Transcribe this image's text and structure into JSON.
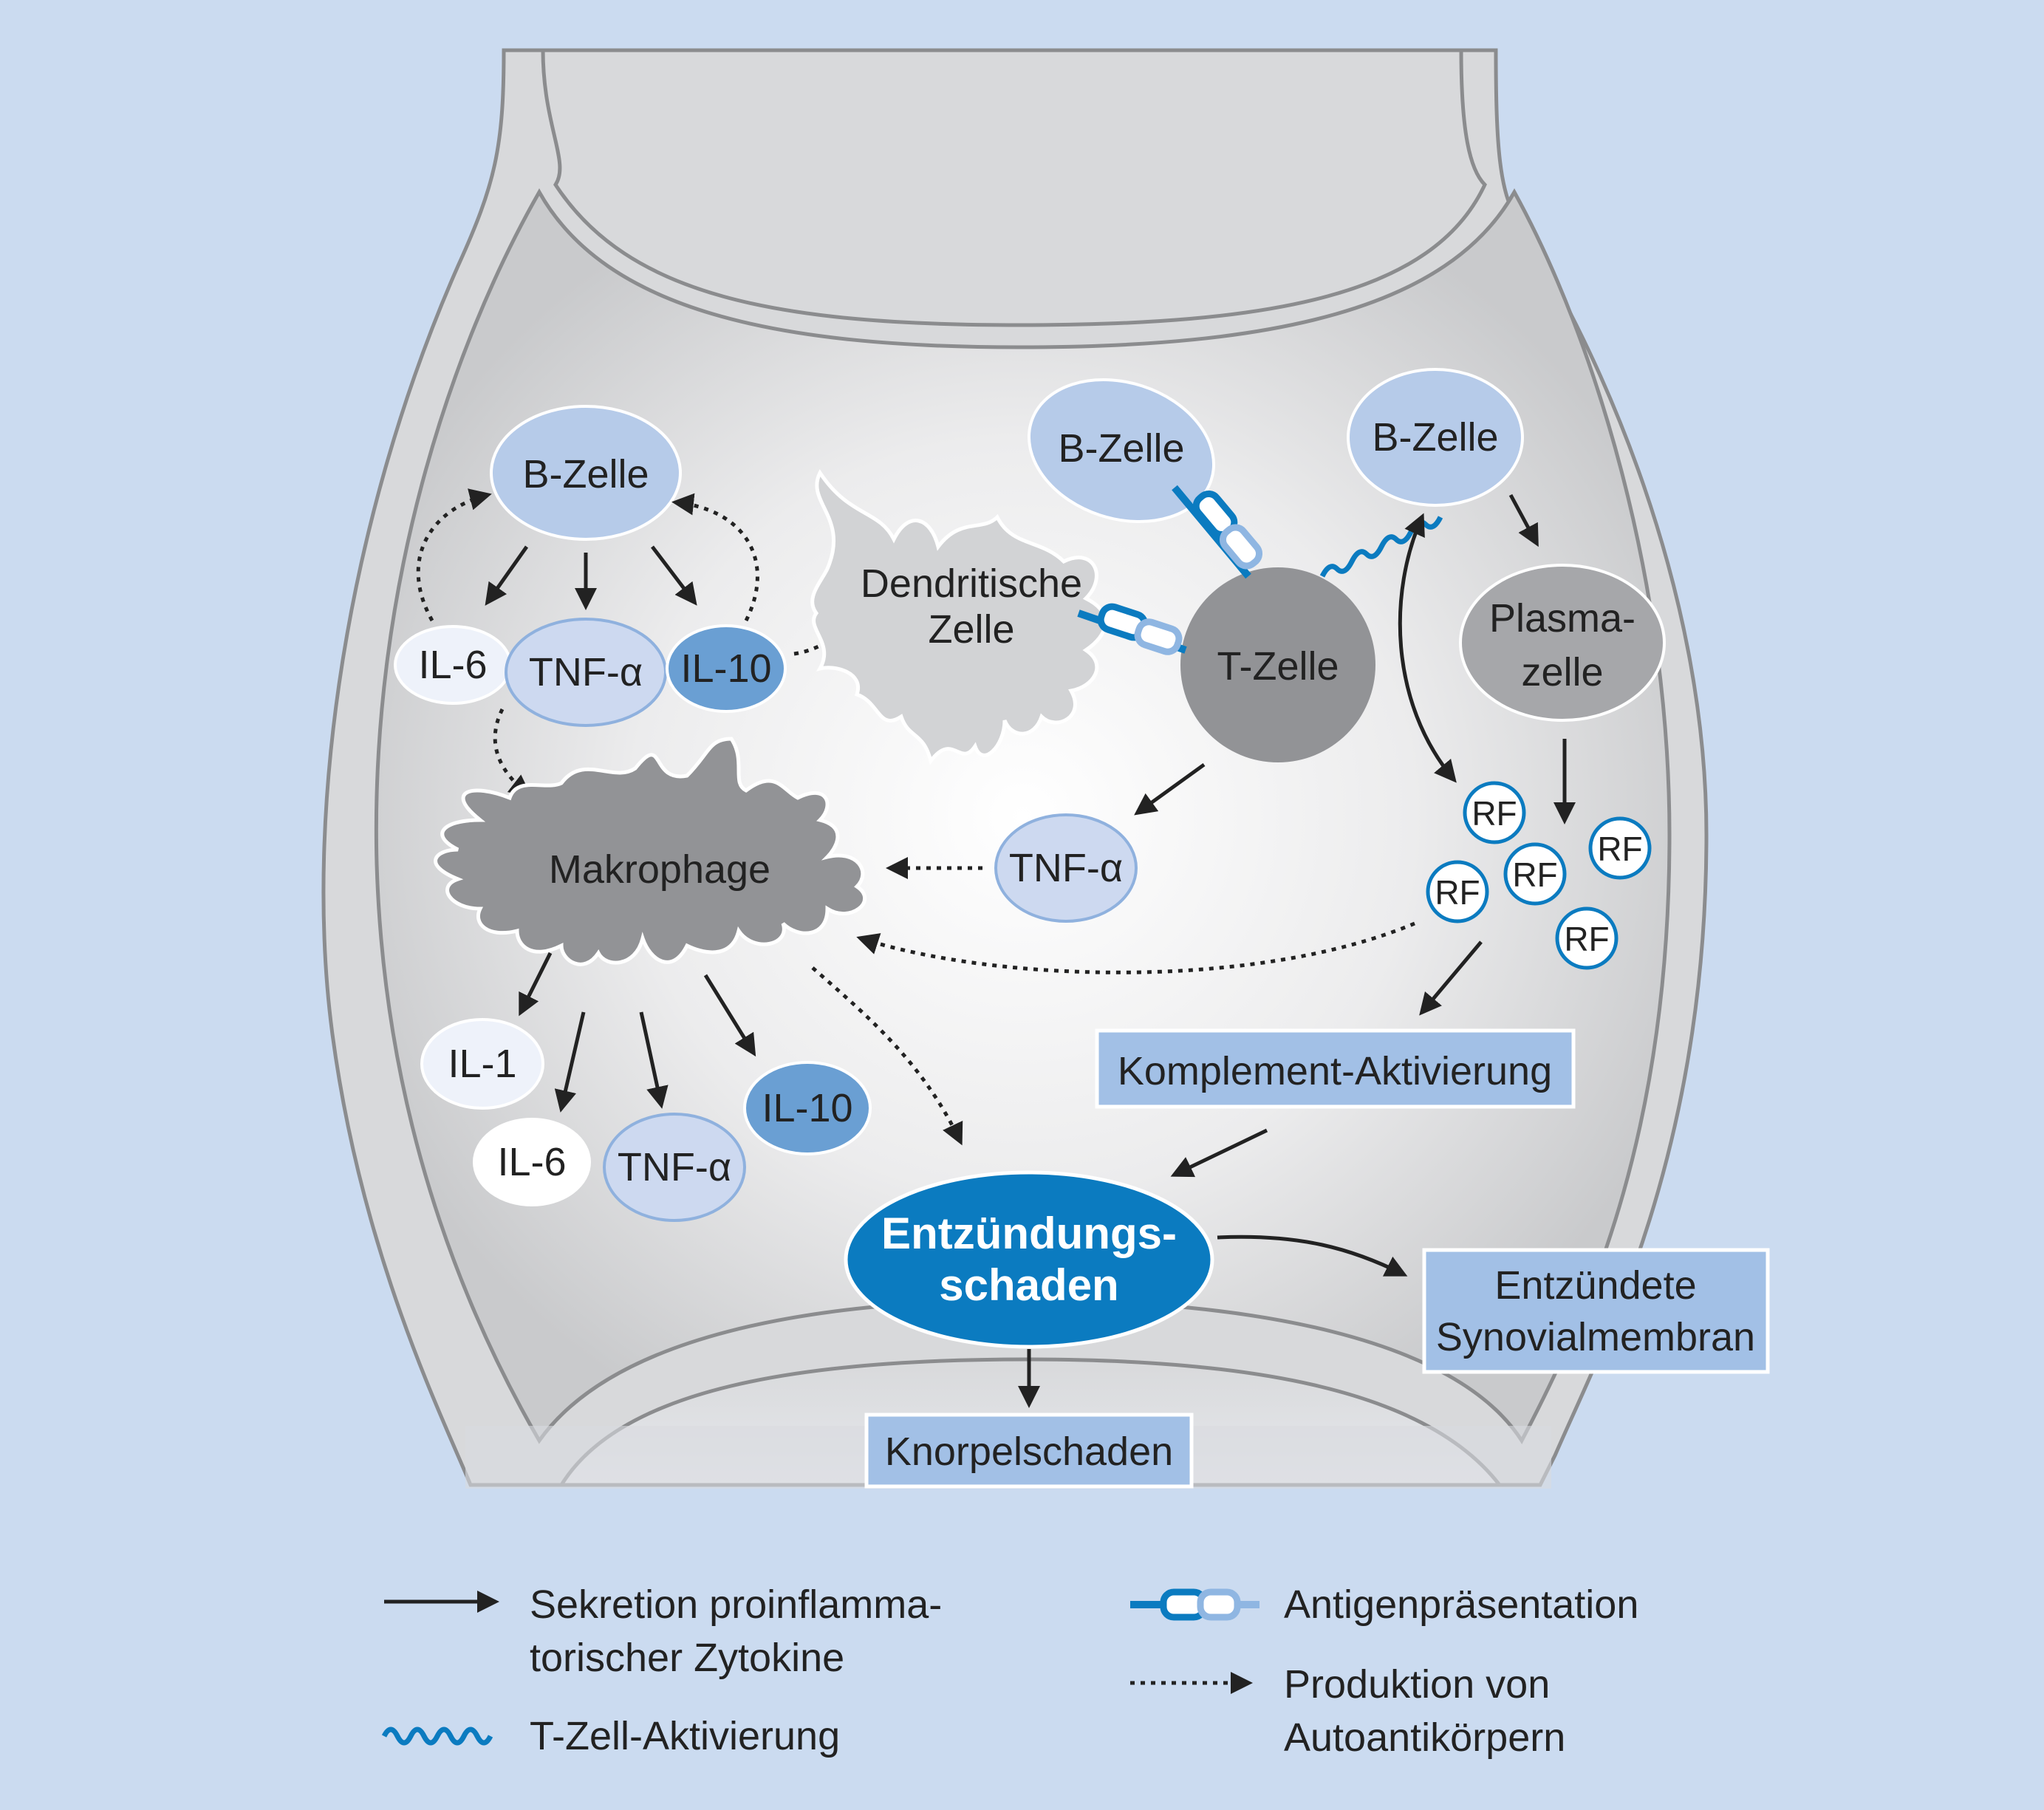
{
  "colors": {
    "background": "#cbdbf0",
    "joint_fill": "#d8d9db",
    "joint_stroke": "#8b8c8e",
    "cavity_center": "#ffffff",
    "cavity_edge": "#c9cacc",
    "cell_light_blue": "#b6cbe9",
    "cell_mid_blue": "#6a9fd3",
    "cell_pale": "#eef2fa",
    "cell_gray": "#929396",
    "accent_blue": "#0b7bc0",
    "box_blue": "#a2c0e6",
    "arrow": "#222222"
  },
  "cells": {
    "b_cell_left": "B-Zelle",
    "il6_upper": "IL-6",
    "tnf_upper": "TNF-α",
    "il10_upper": "IL-10",
    "dendritic": [
      "Dendritische",
      "Zelle"
    ],
    "b_cell_mid": "B-Zelle",
    "b_cell_right": "B-Zelle",
    "t_cell": "T-Zelle",
    "plasma_cell": [
      "Plasma-",
      "zelle"
    ],
    "makrophage": "Makrophage",
    "tnf_mid": "TNF-α",
    "il1": "IL-1",
    "il6_lower": "IL-6",
    "tnf_lower": "TNF-α",
    "il10_lower": "IL-10",
    "rf": [
      "RF",
      "RF",
      "RF",
      "RF",
      "RF"
    ]
  },
  "boxes": {
    "komplement": "Komplement-Aktivierung",
    "entzuendung": [
      "Entzündungs-",
      "schaden"
    ],
    "synovial": [
      "Entzündete",
      "Synovialmembran"
    ],
    "knorpel": "Knorpelschaden"
  },
  "legend": {
    "secretion": [
      "Sekretion proinflamma-",
      "torischer Zytokine"
    ],
    "t_activation": "T-Zell-Aktivierung",
    "antigen": "Antigenpräsentation",
    "autoantibody": [
      "Produktion von",
      "Autoantikörpern"
    ]
  }
}
